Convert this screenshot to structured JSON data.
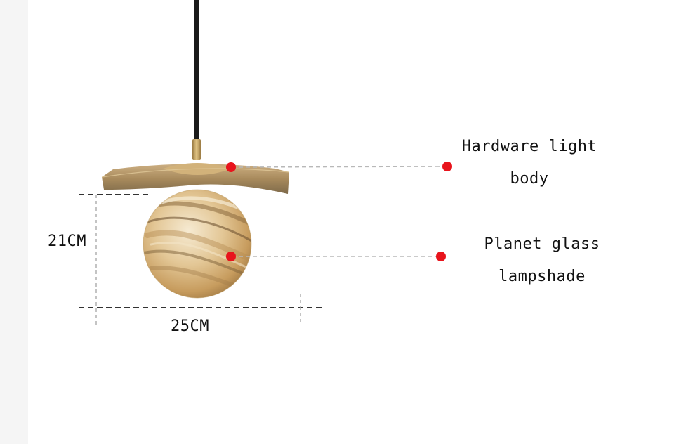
{
  "dimensions": {
    "height": "21CM",
    "width": "25CM"
  },
  "callouts": [
    {
      "line1": "Hardware light",
      "line2": "body"
    },
    {
      "line1": "Planet glass",
      "line2": "lampshade"
    }
  ],
  "colors": {
    "background": "#ffffff",
    "left_edge": "#f4f4f4",
    "cable": "#1a1a1a",
    "brass": "#b8955a",
    "marker": "#e8141c",
    "guide": "#b8b8b8",
    "dimension": "#333333",
    "text": "#111111"
  }
}
